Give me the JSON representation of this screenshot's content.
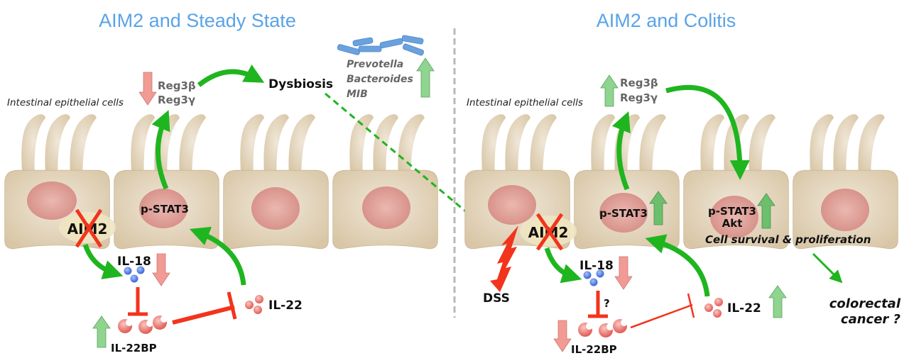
{
  "panels": [
    {
      "title": "AIM2 and Steady State",
      "cell_label": "Intestinal epithelial cells",
      "reg3": [
        "Reg3β",
        "Reg3γ"
      ],
      "reg3_trend": "down",
      "dysbiosis": "Dysbiosis",
      "bacteria": [
        "Prevotella",
        "Bacteroides",
        "MIB"
      ],
      "bacteria_trend": "up",
      "aim2": "AIM2",
      "pstat3": "p-STAT3",
      "il18": "IL-18",
      "il18_trend": "down",
      "il22": "IL-22",
      "il22bp": "IL-22BP",
      "il22bp_trend": "up"
    },
    {
      "title": "AIM2 and Colitis",
      "cell_label": "Intestinal epithelial cells",
      "reg3": [
        "Reg3β",
        "Reg3γ"
      ],
      "reg3_trend": "up",
      "aim2": "AIM2",
      "pstat3": "p-STAT3",
      "pstat3_trend": "up",
      "pstat3_akt": [
        "p-STAT3",
        "Akt"
      ],
      "pstat3_akt_trend": "up",
      "survival": "Cell survival & proliferation",
      "cancer": [
        "colorectal",
        "cancer ?"
      ],
      "dss": "DSS",
      "il18": "IL-18",
      "il18_trend": "down",
      "question": "?",
      "il22": "IL-22",
      "il22_trend": "up",
      "il22bp": "IL-22BP",
      "il22bp_trend": "down"
    }
  ],
  "colors": {
    "title": "#5aa3e6",
    "activation_arrow": "#1fb51f",
    "inhibition": "#f2341c",
    "up_arrow": "#8fd48f",
    "down_arrow": "#f29a94",
    "cell": "#dccbad",
    "nucleus": "#d89a92",
    "il18": "#5b86e0",
    "il22": "#ee7b78",
    "bacteria": "#6aa2e0"
  }
}
